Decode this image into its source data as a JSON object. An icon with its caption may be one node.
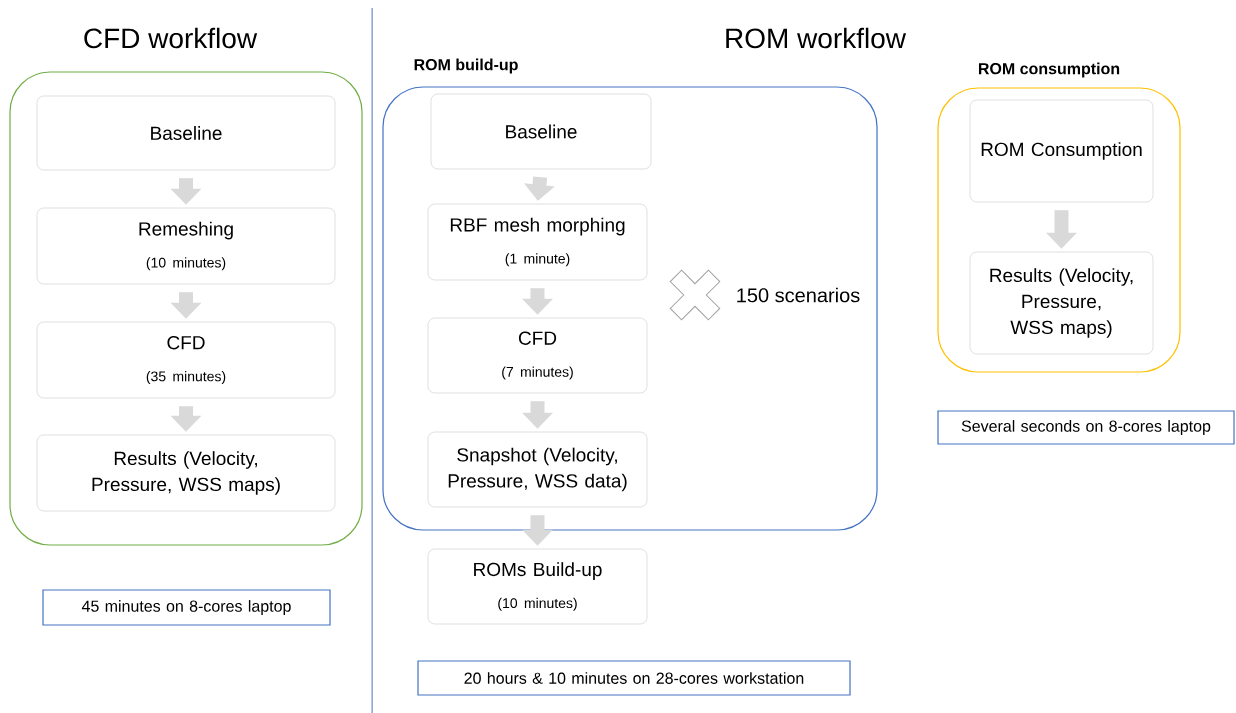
{
  "diagram": {
    "nodes": [
      {
        "text": [
          "CFD workflow"
        ]
      },
      {
        "text": [
          "Baseline"
        ],
        "in": 0
      },
      {
        "text": [
          "Remeshing",
          "(10 minutes)"
        ],
        "in": 0
      },
      {
        "text": [
          "CFD",
          "(35 minutes)"
        ],
        "in": 0
      },
      {
        "text": [
          "Results (Velocity, Pressure, WSS maps)"
        ],
        "in": 0
      },
      {
        "text": [
          "45 minutes on 8-cores laptop"
        ]
      },
      {
        "text": [
          "ROM build-up"
        ]
      },
      {
        "text": [
          "Baseline"
        ],
        "in": 6
      },
      {
        "text": [
          "RBF mesh morphing",
          "(1 minute)"
        ],
        "in": 6
      },
      {
        "text": [
          "CFD",
          "(7 minutes)"
        ],
        "in": 6
      },
      {
        "text": [
          "Snapshot (Velocity, Pressure, WSS data)"
        ],
        "in": 6
      },
      {
        "text": [
          "ROMs Build-up",
          "(10 minutes)"
        ]
      },
      {
        "text": [
          "20 hours & 10 minutes on 28-cores workstation"
        ]
      },
      {
        "text": [
          "ROM consumption"
        ]
      },
      {
        "text": [
          "ROM Consumption"
        ],
        "in": 13
      },
      {
        "text": [
          "Results (Velocity, Pressure, WSS maps)"
        ],
        "in": 13
      },
      {
        "text": [
          "Several seconds on 8-cores laptop"
        ]
      }
    ],
    "edges": [
      {
        "from": 1,
        "to": 2,
        "arrow": "to"
      },
      {
        "from": 2,
        "to": 3,
        "arrow": "to"
      },
      {
        "from": 3,
        "to": 4,
        "arrow": "to"
      },
      {
        "from": 7,
        "to": 8,
        "arrow": "to"
      },
      {
        "from": 8,
        "to": 9,
        "arrow": "to"
      },
      {
        "from": 9,
        "to": 10,
        "arrow": "to"
      },
      {
        "from": 10,
        "to": 11,
        "arrow": "to"
      },
      {
        "from": 14,
        "to": 15,
        "arrow": "to"
      }
    ],
    "labels": [
      "ROM workflow",
      "150 scenarios"
    ]
  }
}
